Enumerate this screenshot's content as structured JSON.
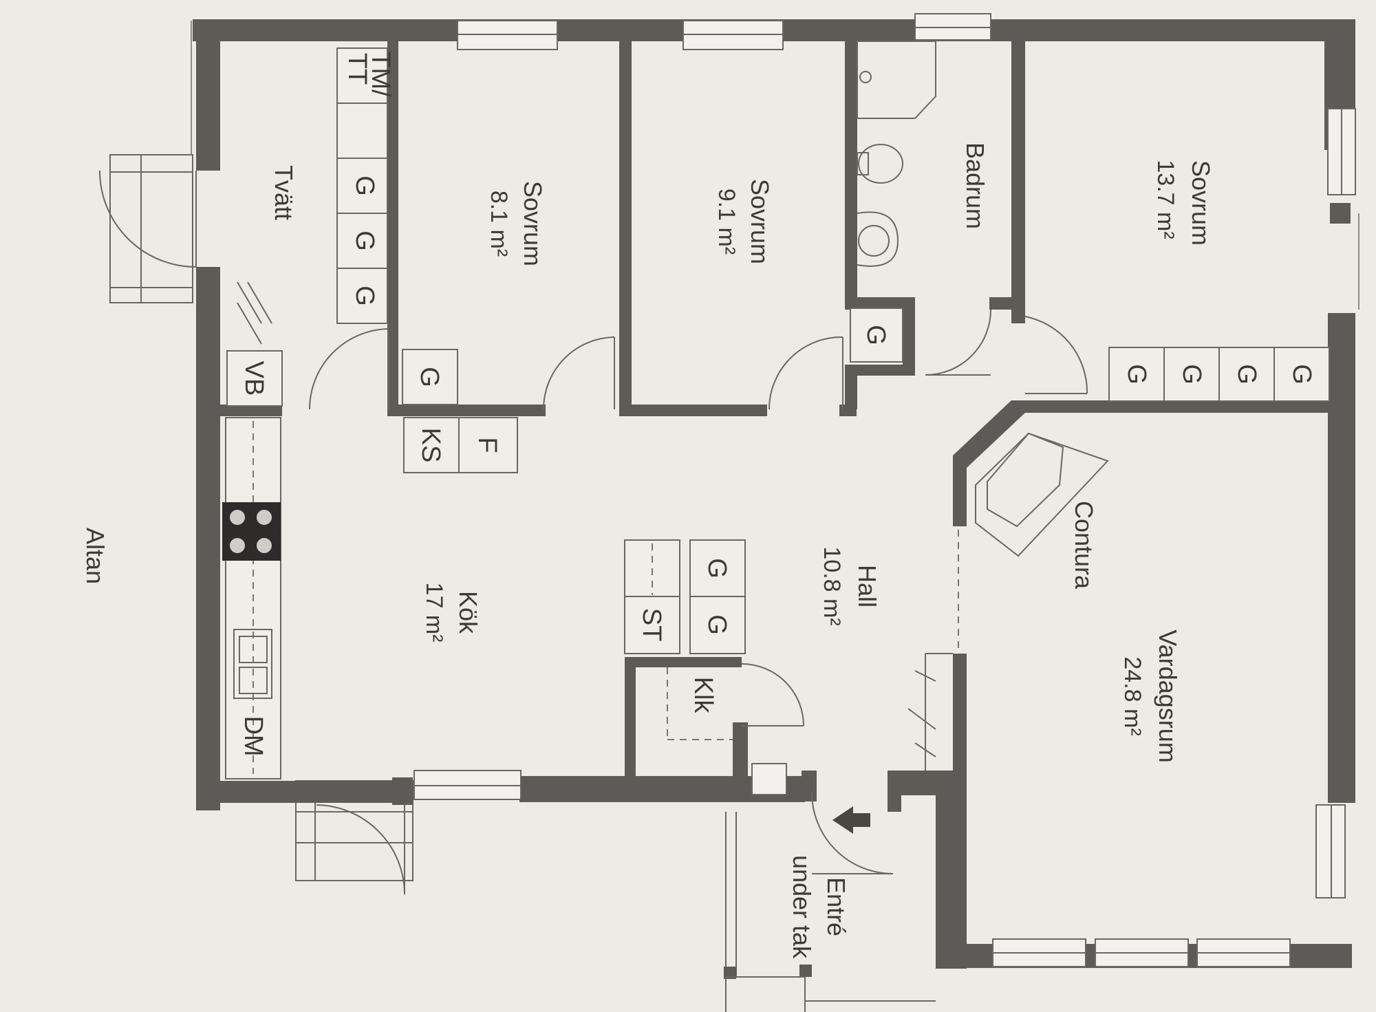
{
  "rooms": {
    "tvatt": {
      "name": "Tvätt"
    },
    "sovrum1": {
      "name": "Sovrum",
      "area": "8.1 m²"
    },
    "sovrum2": {
      "name": "Sovrum",
      "area": "9.1 m²"
    },
    "badrum": {
      "name": "Badrum"
    },
    "sovrum3": {
      "name": "Sovrum",
      "area": "13.7 m²"
    },
    "kok": {
      "name": "Kök",
      "area": "17 m²"
    },
    "hall": {
      "name": "Hall",
      "area": "10.8 m²"
    },
    "vardagsrum": {
      "name": "Vardagsrum",
      "area": "24.8 m²"
    },
    "entre": {
      "line1": "Entré",
      "line2": "under tak"
    },
    "altan": {
      "name": "Altan"
    }
  },
  "fixtures": {
    "tm_tt": "TM/\nTT",
    "tm": "TM/",
    "tt": "TT",
    "wardrobe": "G",
    "vb": "VB",
    "ks": "KS",
    "f": "F",
    "st": "ST",
    "klk": "Klk",
    "dm": "DM",
    "contura": "Contura"
  }
}
